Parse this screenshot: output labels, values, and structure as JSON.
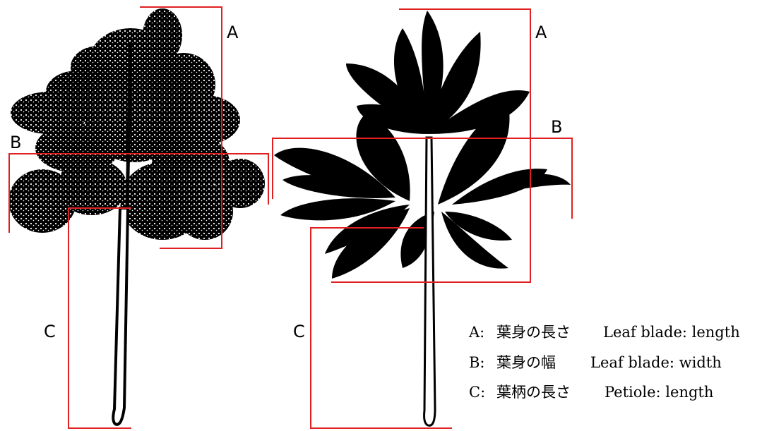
{
  "colors": {
    "marker": "#e02020",
    "silhouette": "#000000"
  },
  "left_figure": {
    "labels": {
      "a": "A",
      "b": "B",
      "c": "C"
    }
  },
  "right_figure": {
    "labels": {
      "a": "A",
      "b": "B",
      "c": "C"
    }
  },
  "legend": [
    {
      "key": "A:",
      "jp": "葉身の長さ",
      "en": "Leaf blade: length"
    },
    {
      "key": "B:",
      "jp": "葉身の幅",
      "en": "Leaf blade: width"
    },
    {
      "key": "C:",
      "jp": "葉柄の長さ",
      "en": "Petiole: length"
    }
  ]
}
